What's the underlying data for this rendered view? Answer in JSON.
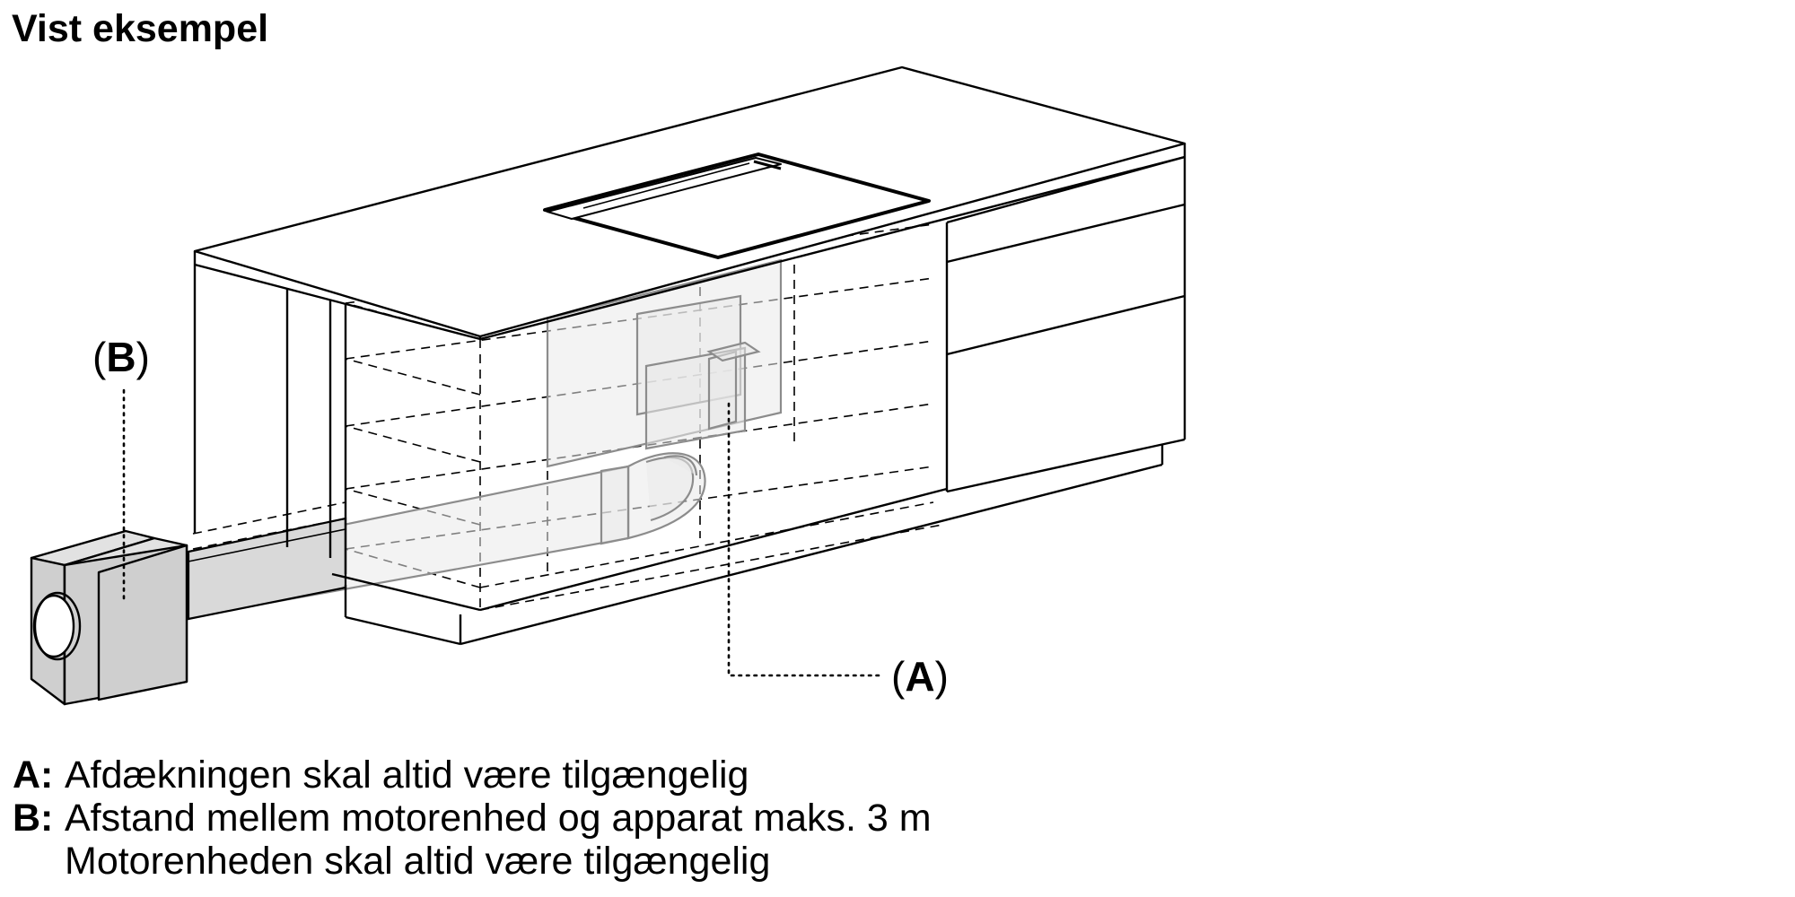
{
  "title": "Vist eksempel",
  "callouts": {
    "a": {
      "open": "(",
      "letter": "A",
      "close": ")"
    },
    "b": {
      "open": "(",
      "letter": "B",
      "close": ")"
    }
  },
  "legend": [
    {
      "key": "A:",
      "lines": [
        "Afdækningen skal altid være tilgængelig"
      ]
    },
    {
      "key": "B:",
      "lines": [
        "Afstand mellem motorenhed og apparat maks. 3 m",
        "Motorenheden skal altid være tilgængelig"
      ]
    }
  ],
  "colors": {
    "line": "#000000",
    "ghost": "#8c8c8c",
    "motor-fill": "#cfcfcf",
    "duct-fill": "#d9d9d9"
  }
}
